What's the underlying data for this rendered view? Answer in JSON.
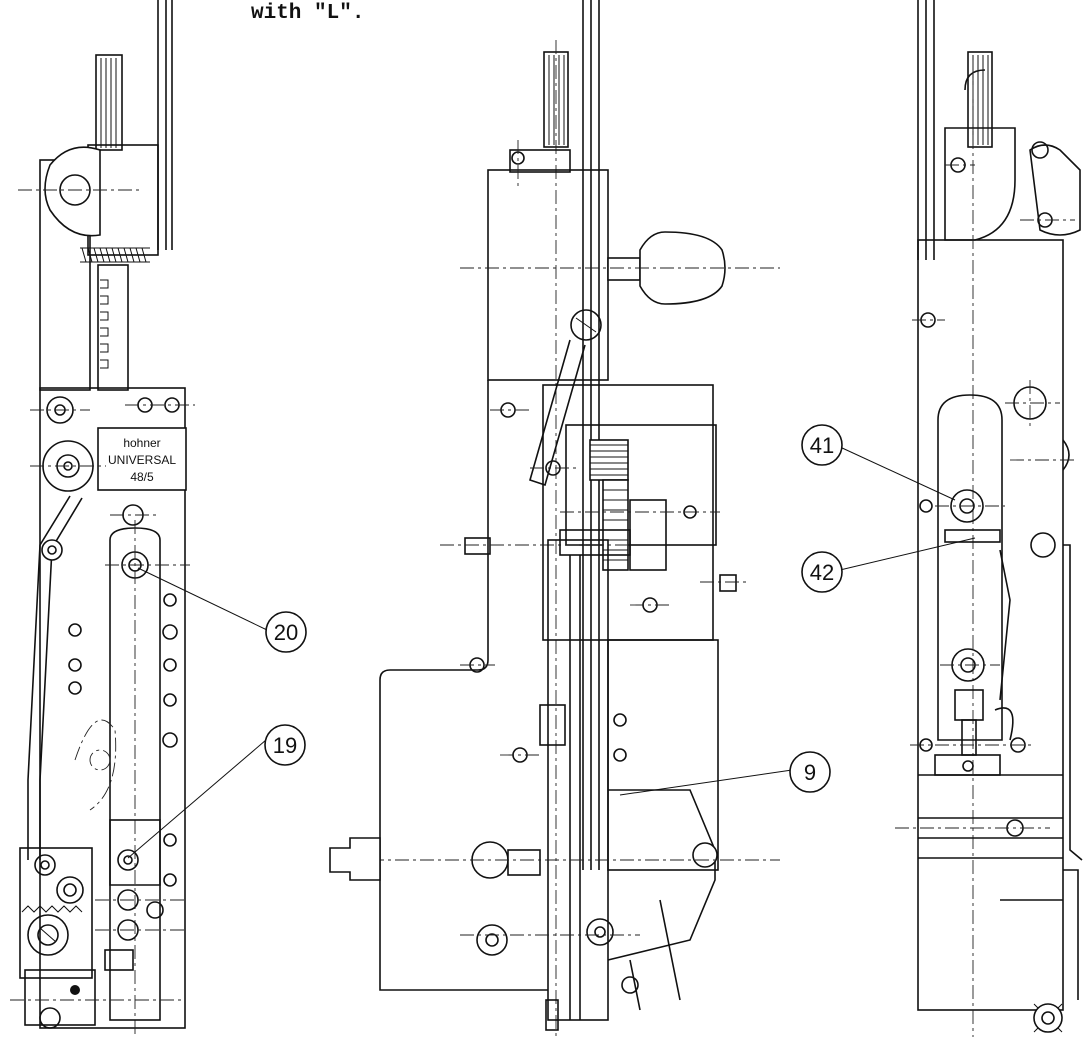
{
  "caption": "with \"L\".",
  "nameplate": {
    "brand": "hohner",
    "model": "UNIVERSAL",
    "size": "48/5"
  },
  "callouts": {
    "c20": "20",
    "c19": "19",
    "c9": "9",
    "c41": "41",
    "c42": "42"
  }
}
